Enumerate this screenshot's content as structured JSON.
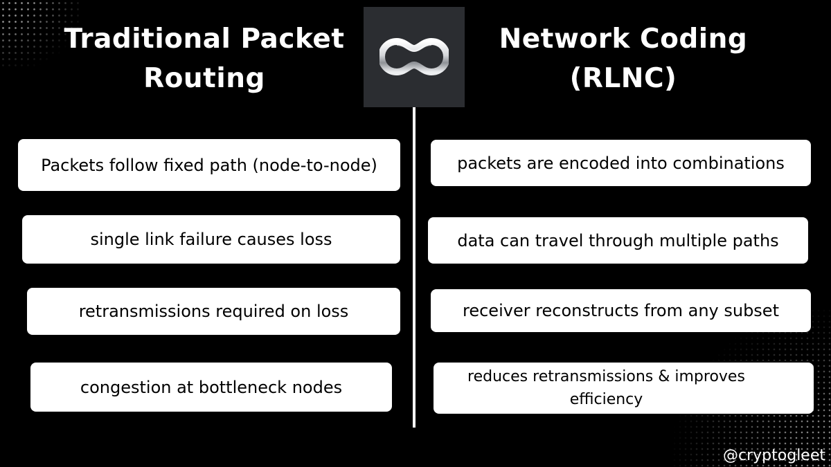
{
  "left_column": {
    "title_line1": "Traditional Packet",
    "title_line2": "Routing",
    "items": [
      "Packets follow fixed path (node-to-node)",
      "single link failure causes loss",
      "retransmissions required on loss",
      "congestion at bottleneck nodes"
    ]
  },
  "right_column": {
    "title_line1": "Network Coding",
    "title_line2": "(RLNC)",
    "items": [
      "packets are encoded into combinations",
      "data can travel through multiple paths",
      "receiver reconstructs from any subset",
      "reduces retransmissions & improves efficiency"
    ]
  },
  "logo": {
    "icon": "infinity-loop-icon"
  },
  "footer": {
    "handle": "@cryptogleet"
  },
  "colors": {
    "background": "#000000",
    "card": "#ffffff",
    "logo_box": "#2b2d31",
    "divider": "#ffffff"
  }
}
